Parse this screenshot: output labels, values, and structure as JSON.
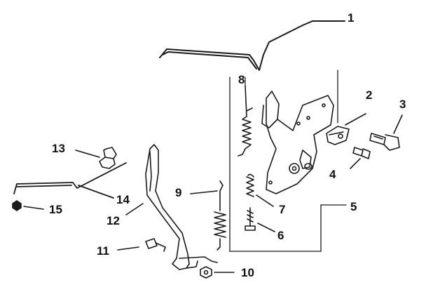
{
  "diagram": {
    "colors": {
      "ink": "#1a1a1a",
      "paper": "#ffffff"
    },
    "callouts": [
      {
        "id": "1",
        "label": "1"
      },
      {
        "id": "2",
        "label": "2"
      },
      {
        "id": "3",
        "label": "3"
      },
      {
        "id": "4",
        "label": "4"
      },
      {
        "id": "5",
        "label": "5"
      },
      {
        "id": "6",
        "label": "6"
      },
      {
        "id": "7",
        "label": "7"
      },
      {
        "id": "8",
        "label": "8"
      },
      {
        "id": "9",
        "label": "9"
      },
      {
        "id": "10",
        "label": "10"
      },
      {
        "id": "11",
        "label": "11"
      },
      {
        "id": "12",
        "label": "12"
      },
      {
        "id": "13",
        "label": "13"
      },
      {
        "id": "14",
        "label": "14"
      },
      {
        "id": "15",
        "label": "15"
      }
    ]
  }
}
